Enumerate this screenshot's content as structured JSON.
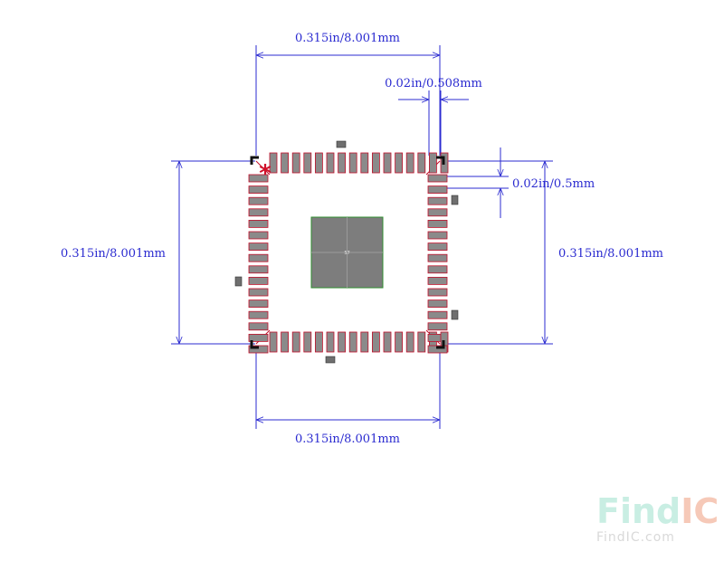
{
  "dimensions": {
    "top_width": "0.315in/8.001mm",
    "pad_width": "0.02in/0.508mm",
    "pitch": "0.02in/0.5mm",
    "left_height": "0.315in/8.001mm",
    "right_height": "0.315in/8.001mm",
    "bottom_width": "0.315in/8.001mm"
  },
  "package": {
    "pads_per_side": 16,
    "center_label": "57",
    "pin1_marker": "*"
  },
  "watermark": {
    "brand_find": "Find",
    "brand_ic": "IC",
    "url": "FindIC.com"
  },
  "colors": {
    "dimension": "#2b2bd0",
    "pad_fill": "#8a8a8a",
    "pad_outline": "#c0102a",
    "body_corner": "#111111",
    "thermal_pad": "#7d7d7d",
    "thermal_outline": "#2f8f2f",
    "wm_find": "#c9eee3",
    "wm_ic": "#f6c9b8"
  }
}
